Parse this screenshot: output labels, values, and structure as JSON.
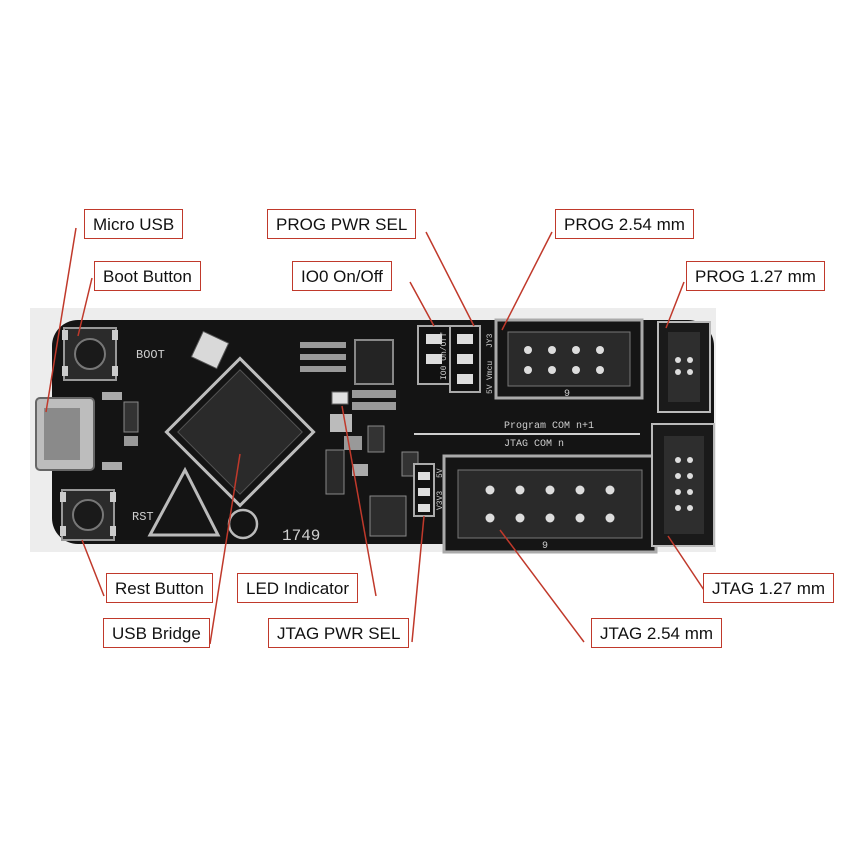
{
  "colors": {
    "leader": "#c0392b",
    "board": "#141414",
    "silk": "#cfcfcf"
  },
  "labels": {
    "micro_usb": "Micro USB",
    "boot_button": "Boot Button",
    "prog_pwr_sel": "PROG PWR SEL",
    "io0_onoff": "IO0 On/Off",
    "prog_254": "PROG 2.54 mm",
    "prog_127": "PROG 1.27 mm",
    "rest_button": "Rest Button",
    "led_indicator": "LED Indicator",
    "usb_bridge": "USB Bridge",
    "jtag_pwr_sel": "JTAG PWR SEL",
    "jtag_254": "JTAG 2.54 mm",
    "jtag_127": "JTAG  1.27 mm"
  },
  "silkscreen": {
    "boot": "BOOT",
    "rst": "RST",
    "date_code": "1749",
    "program_com": "Program  COM n+1",
    "jtag_com": "JTAG     COM n",
    "pin_9_top": "9",
    "pin_9_bottom": "9",
    "io0": "IO0 On/Off",
    "jy": "JY3",
    "v5": "5V",
    "vmcu": "Vmcu",
    "jtag_5v": "5V",
    "jtag_v": "V3V3"
  }
}
